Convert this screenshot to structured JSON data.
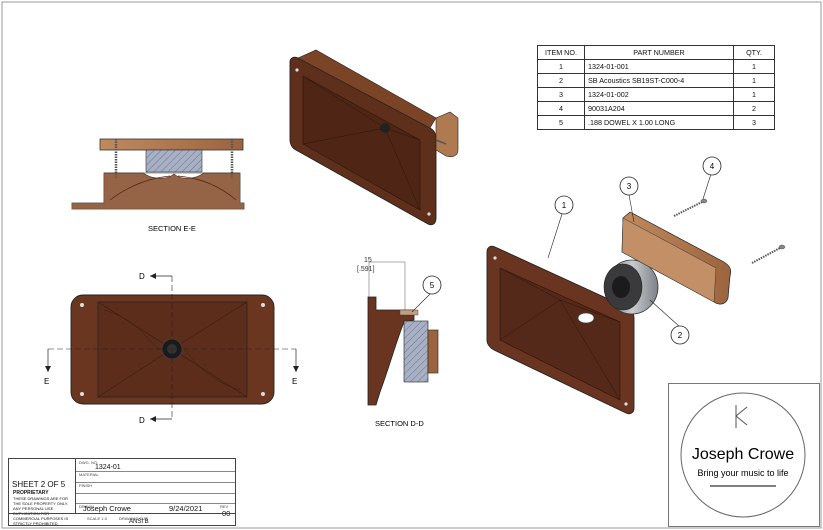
{
  "bom": {
    "headers": [
      "ITEM NO.",
      "PART NUMBER",
      "QTY."
    ],
    "rows": [
      {
        "item": "1",
        "part": "1324-01-001",
        "qty": "1"
      },
      {
        "item": "2",
        "part": "SB Acoustics SB19ST-C000-4",
        "qty": "1"
      },
      {
        "item": "3",
        "part": "1324-01-002",
        "qty": "1"
      },
      {
        "item": "4",
        "part": "90031A204",
        "qty": "2"
      },
      {
        "item": "5",
        "part": ".188 DOWEL X 1.00 LONG",
        "qty": "3"
      }
    ]
  },
  "views": {
    "section_ee": "SECTION E-E",
    "section_dd": "SECTION D-D",
    "cut_d": "D",
    "cut_e": "E",
    "dim_value": "15",
    "dim_alt": "[.591]"
  },
  "balloons": [
    "1",
    "2",
    "3",
    "4",
    "5"
  ],
  "title_block": {
    "sheet": "SHEET 2 OF 5",
    "proprietary_title": "PROPRIETARY",
    "proprietary_text": "THESE DRAWINGS ARE FOR THE SOLE PROPERTY ONLY. ANY PERSONAL USE DUPLICATION FOR COMMERCIAL PURPOSES IS STRICTLY PROHIBITED.",
    "dwg_no_label": "DWG. NO.",
    "dwg_no": "1324-01",
    "material_label": "MATERIAL",
    "finish_label": "FINISH",
    "drawn_label": "DRAWN",
    "drawn_by": "Joseph Crowe",
    "date": "9/24/2021",
    "rev_label": "REV",
    "rev": "00",
    "scale_label": "SCALE 1:3",
    "size_label": "DRAWING SIZE",
    "size": "ANSI B"
  },
  "logo": {
    "name": "Joseph Crowe",
    "tagline": "Bring your music to life"
  },
  "colors": {
    "wood_dark": "#5a2f1c",
    "wood_mid": "#8a5232",
    "wood_light": "#b9825a",
    "line": "#222222",
    "metal": "#9a9da3"
  }
}
